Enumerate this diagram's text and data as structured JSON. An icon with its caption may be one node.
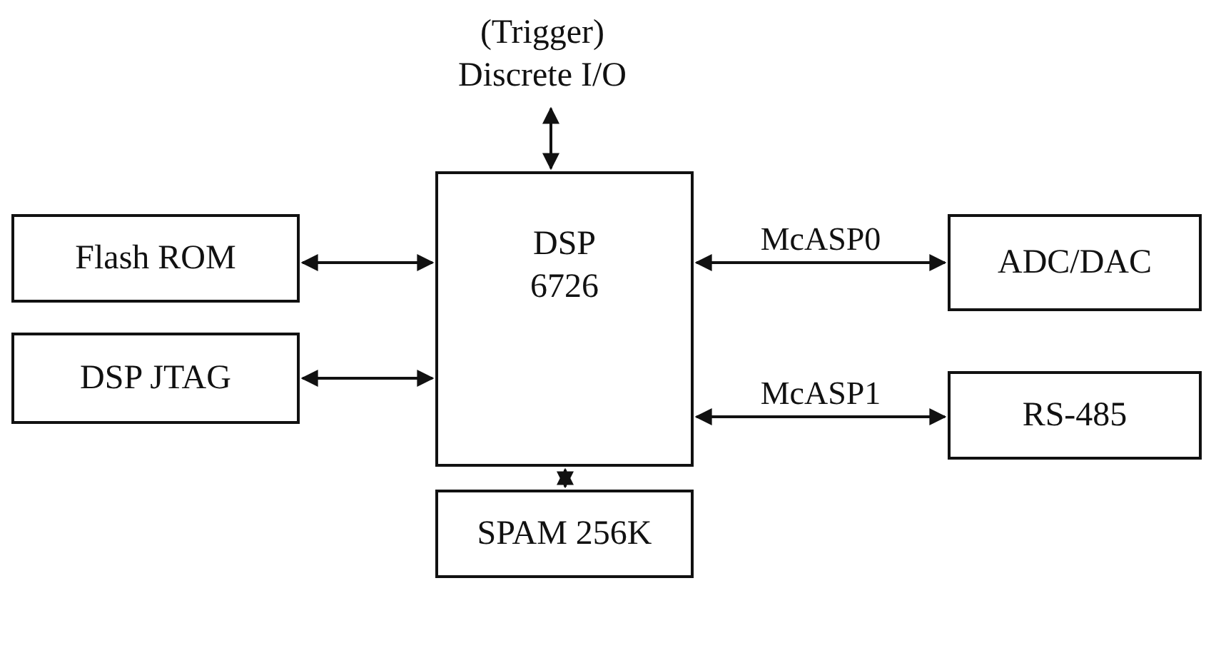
{
  "diagram": {
    "nodes": [
      {
        "text": [
          "(Trigger)",
          "Discrete I/O"
        ]
      },
      {
        "text": [
          "Flash ROM"
        ]
      },
      {
        "text": [
          "DSP 6726"
        ]
      },
      {
        "text": [
          "ADC/DAC"
        ]
      },
      {
        "text": [
          "DSP JTAG"
        ]
      },
      {
        "text": [
          "RS-485"
        ]
      },
      {
        "text": [
          "SPAM 256K"
        ]
      }
    ],
    "edges": [
      {
        "from": 0,
        "to": 2,
        "arrow": "both"
      },
      {
        "from": 1,
        "to": 2,
        "arrow": "both"
      },
      {
        "from": 2,
        "to": 3,
        "arrow": "both",
        "label": "McASP0"
      },
      {
        "from": 4,
        "to": 2,
        "arrow": "both"
      },
      {
        "from": 2,
        "to": 5,
        "arrow": "both",
        "label": "McASP1"
      },
      {
        "from": 2,
        "to": 6,
        "arrow": "both"
      }
    ]
  }
}
